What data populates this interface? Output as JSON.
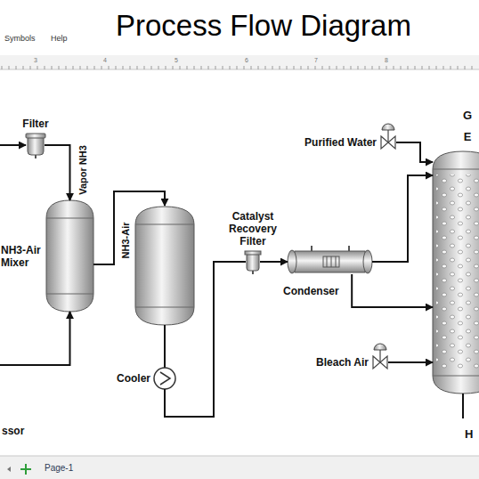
{
  "diagram": {
    "title": "Process Flow Diagram",
    "nodes": [
      {
        "text": [
          "Filter"
        ]
      },
      {
        "text": [
          "NH3-Air Mixer"
        ]
      },
      {
        "text": [
          "Cooler"
        ]
      },
      {
        "text": [
          "Catalyst Recovery Filter"
        ]
      },
      {
        "text": [
          "Condenser"
        ]
      },
      {
        "text": [
          "Purified Water"
        ]
      },
      {
        "text": [
          "Bleach Air"
        ]
      },
      {
        "text": [
          "G E"
        ]
      },
      {
        "text": [
          "ssor"
        ]
      }
    ],
    "edges": [
      {
        "from": 0,
        "to": 1,
        "arrow": "to",
        "label": "Vapor NH3"
      },
      {
        "from": 8,
        "to": 1,
        "arrow": "to"
      },
      {
        "from": 2,
        "to": 3,
        "arrow": "none"
      },
      {
        "from": 3,
        "to": 4,
        "arrow": "to"
      },
      {
        "from": 4,
        "to": 7,
        "arrow": "to"
      },
      {
        "from": 4,
        "to": 7,
        "arrow": "to"
      },
      {
        "from": 5,
        "to": 7,
        "arrow": "to"
      },
      {
        "from": 6,
        "to": 7,
        "arrow": "to"
      }
    ],
    "labels": [
      "Symbols",
      "Help",
      "3",
      "4",
      "5",
      "6",
      "7",
      "8",
      "NH3-Air",
      "H",
      "Page-1"
    ]
  }
}
